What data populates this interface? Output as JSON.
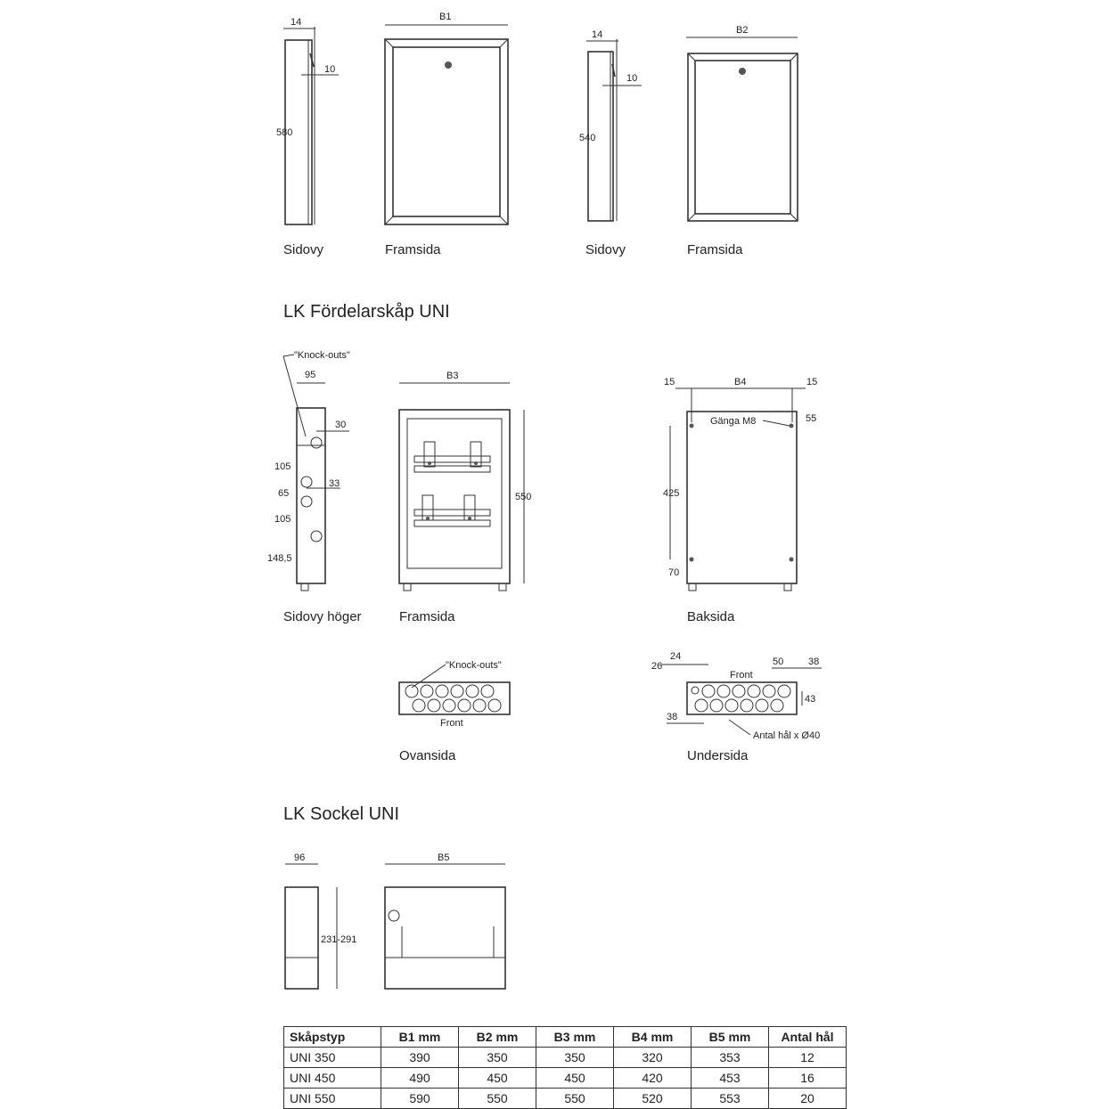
{
  "top": {
    "b1": "B1",
    "b2": "B2",
    "d14a": "14",
    "d10a": "10",
    "d580": "580",
    "d14b": "14",
    "d10b": "10",
    "d540": "540",
    "cap_side_a": "Sidovy",
    "cap_front_a": "Framsida",
    "cap_side_b": "Sidovy",
    "cap_front_b": "Framsida"
  },
  "cabinet": {
    "heading": "LK Fördelarskåp UNI",
    "knockouts_a": "\"Knock-outs\"",
    "d95": "95",
    "d30": "30",
    "d105a": "105",
    "d33": "33",
    "d65": "65",
    "d105b": "105",
    "d148": "148,5",
    "b3": "B3",
    "d550": "550",
    "d15a": "15",
    "b4": "B4",
    "d15b": "15",
    "ganga": "Gänga M8",
    "d55": "55",
    "d425": "425",
    "d70": "70",
    "cap_side": "Sidovy höger",
    "cap_front": "Framsida",
    "cap_back": "Baksida",
    "knockouts_b": "\"Knock-outs\"",
    "front_a": "Front",
    "cap_top": "Ovansida",
    "d24": "24",
    "d26": "26",
    "front_b": "Front",
    "d50": "50",
    "d38a": "38",
    "d43": "43",
    "d38b": "38",
    "holes": "Antal hål x Ø40",
    "cap_bottom": "Undersida"
  },
  "sockel": {
    "heading": "LK Sockel UNI",
    "d96": "96",
    "b5": "B5",
    "d231": "231-291"
  },
  "table": {
    "headers": [
      "Skåpstyp",
      "B1 mm",
      "B2 mm",
      "B3 mm",
      "B4 mm",
      "B5 mm",
      "Antal hål"
    ],
    "rows": [
      [
        "UNI 350",
        "390",
        "350",
        "350",
        "320",
        "353",
        "12"
      ],
      [
        "UNI 450",
        "490",
        "450",
        "450",
        "420",
        "453",
        "16"
      ],
      [
        "UNI 550",
        "590",
        "550",
        "550",
        "520",
        "553",
        "20"
      ]
    ]
  }
}
